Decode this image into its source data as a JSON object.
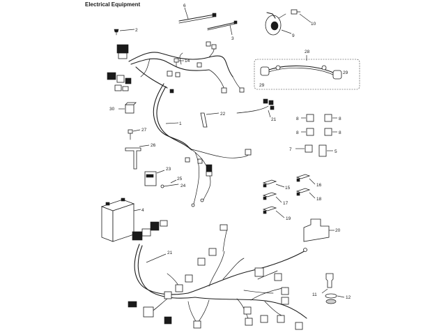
{
  "header": {
    "title": "Electrical Equipment"
  },
  "callouts": {
    "c1": "1",
    "c2": "2",
    "c3": "3",
    "c4": "4",
    "c5": "5",
    "c6": "6",
    "c7": "7",
    "c8a": "8",
    "c8b": "8",
    "c8c": "8",
    "c8d": "8",
    "c9": "9",
    "c10": "10",
    "c11": "11",
    "c12": "12",
    "c14": "14",
    "c15": "15",
    "c16": "16",
    "c17": "17",
    "c18": "18",
    "c19": "19",
    "c20": "20",
    "c21a": "21",
    "c21b": "21",
    "c22": "22",
    "c23": "23",
    "c24": "24",
    "c25": "25",
    "c26": "26",
    "c27": "27",
    "c28": "28",
    "c29a": "29",
    "c29b": "29",
    "c30": "30"
  }
}
